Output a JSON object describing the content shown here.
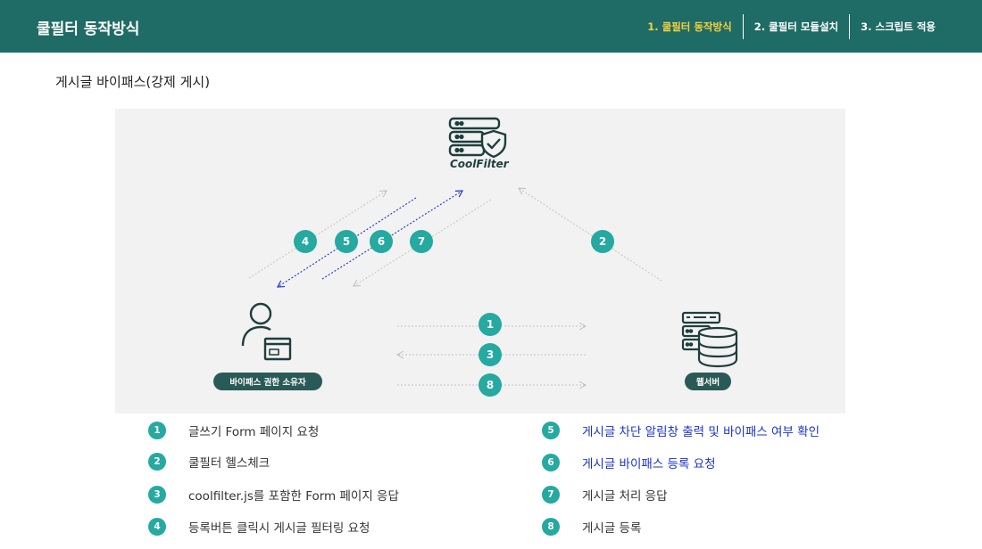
{
  "header": {
    "title": "쿨필터 동작방식",
    "nav": [
      {
        "label": "1. 쿨필터 동작방식",
        "active": true
      },
      {
        "label": "2. 쿨필터 모듈설치",
        "active": false
      },
      {
        "label": "3. 스크립트 적용",
        "active": false
      }
    ]
  },
  "section_title": "게시글 바이패스(강제 게시)",
  "diagram": {
    "coolfilter_label": "CoolFilter",
    "user_label": "바이패스 권한 소유자",
    "server_label": "웹서버",
    "step_badges": {
      "s4": "4",
      "s5": "5",
      "s6": "6",
      "s7": "7",
      "s2": "2",
      "s1": "1",
      "s3": "3",
      "s8": "8"
    },
    "colors": {
      "accent": "#25a9a0",
      "header": "#1f6b66",
      "highlight": "#1a33cc",
      "arrow": "#c4c4c4"
    }
  },
  "legend": [
    {
      "num": "1",
      "text": "글쓰기 Form 페이지 요청",
      "highlight": false
    },
    {
      "num": "2",
      "text": "쿨필터 헬스체크",
      "highlight": false
    },
    {
      "num": "3",
      "text": "coolfilter.js를 포함한 Form 페이지 응답",
      "highlight": false
    },
    {
      "num": "4",
      "text": "등록버튼 클릭시 게시글 필터링 요청",
      "highlight": false
    },
    {
      "num": "5",
      "text": "게시글 차단 알림창 출력 및 바이패스 여부 확인",
      "highlight": true
    },
    {
      "num": "6",
      "text": "게시글 바이패스 등록 요청",
      "highlight": true
    },
    {
      "num": "7",
      "text": "게시글 처리 응답",
      "highlight": false
    },
    {
      "num": "8",
      "text": "게시글 등록",
      "highlight": false
    }
  ]
}
